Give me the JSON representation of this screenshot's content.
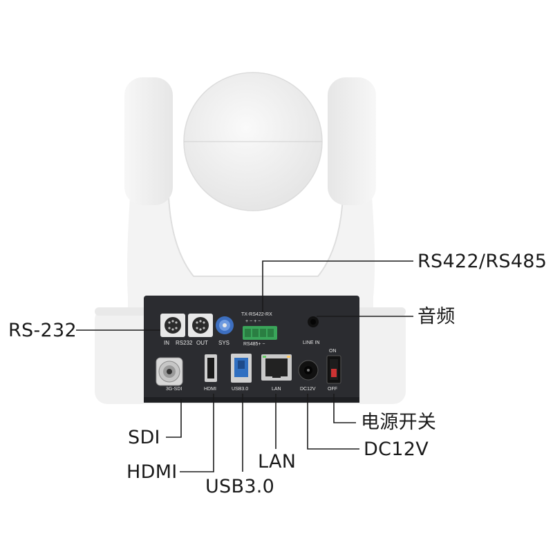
{
  "callouts": {
    "rs422_485": "RS422/RS485",
    "audio": "音频",
    "rs232": "RS-232",
    "power_switch": "电源开关",
    "dc12v": "DC12V",
    "sdi": "SDI",
    "lan": "LAN",
    "hdmi": "HDMI",
    "usb30": "USB3.0"
  },
  "panel_labels": {
    "in": "IN",
    "rs232": "RS232",
    "out": "OUT",
    "sys": "SYS",
    "tx_rx": "TX-RS422-RX",
    "plus_minus_top": "+ − + −",
    "rs485": "RS485+ −",
    "line_in": "LINE  IN",
    "on": "ON",
    "off": "OFF",
    "sdi": "3G-SDI",
    "hdmi": "HDMI",
    "usb": "USB3.0",
    "lan": "LAN",
    "dc12v": "DC12V"
  },
  "colors": {
    "body": "#f2f2f2",
    "panel": "#2b2c30",
    "leader": "#1a1a1a",
    "usb_blue": "#2f6fc1",
    "terminal_green": "#3aa55a"
  }
}
